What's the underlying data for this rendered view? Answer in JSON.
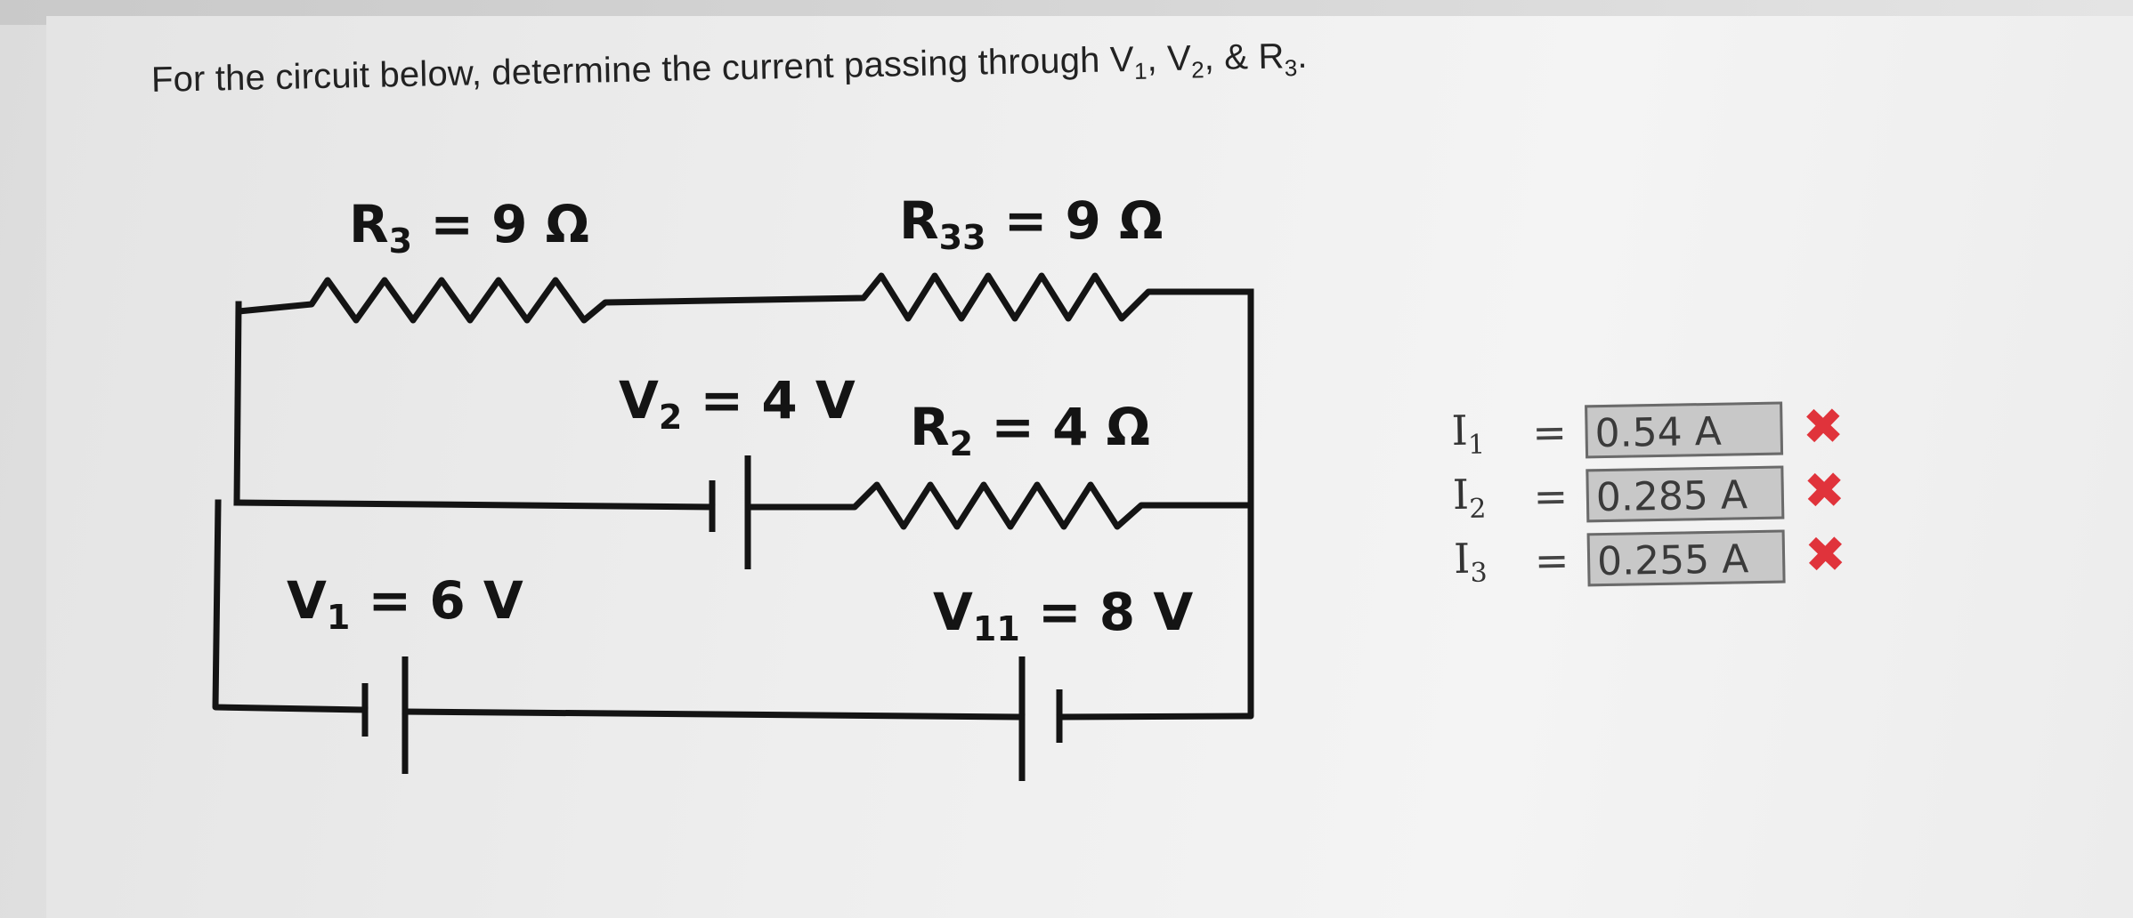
{
  "question": {
    "prefix": "For the circuit below, determine the current passing through V",
    "v1_sub": "1",
    "sep1": ", V",
    "v2_sub": "2",
    "sep2": ", & R",
    "r3_sub": "3",
    "suffix": "."
  },
  "circuit": {
    "r3": {
      "sym": "R",
      "sub": "3",
      "value": " = 9 Ω"
    },
    "r33": {
      "sym": "R",
      "sub": "33",
      "value": " = 9 Ω"
    },
    "v2": {
      "sym": "V",
      "sub": "2",
      "value": " = 4 V"
    },
    "r2": {
      "sym": "R",
      "sub": "2",
      "value": " = 4 Ω"
    },
    "v1": {
      "sym": "V",
      "sub": "1",
      "value": " = 6 V"
    },
    "v11": {
      "sym": "V",
      "sub": "11",
      "value": " = 8 V"
    }
  },
  "answers": [
    {
      "var": "I",
      "sub": "1",
      "eq": "=",
      "value": "0.54 A",
      "mark": "✖"
    },
    {
      "var": "I",
      "sub": "2",
      "eq": "=",
      "value": "0.285 A",
      "mark": "✖"
    },
    {
      "var": "I",
      "sub": "3",
      "eq": "=",
      "value": "0.255 A",
      "mark": "✖"
    }
  ],
  "colors": {
    "wrong_mark": "#e0333b",
    "answer_box": "#c8c8c8",
    "wire": "#141414"
  }
}
